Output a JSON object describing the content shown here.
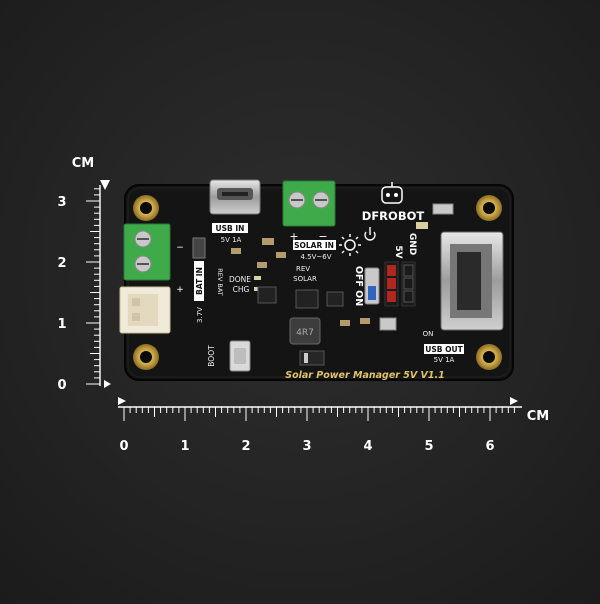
{
  "ruler_unit": "CM",
  "ruler_x_labels": [
    "0",
    "1",
    "2",
    "3",
    "4",
    "5",
    "6"
  ],
  "ruler_y_labels": [
    "0",
    "1",
    "2",
    "3"
  ],
  "board": {
    "brand": "DFROBOT",
    "product_title": "Solar Power Manager 5V V1.1",
    "labels": {
      "usb_in": "USB IN",
      "usb_in_rating": "5V 1A",
      "solar_in": "SOLAR IN",
      "solar_in_rating": "4.5V~6V",
      "bat_in": "BAT IN",
      "bat_voltage": "3.7V",
      "done": "DONE",
      "chg": "CHG",
      "rev": "REV",
      "solar": "SOLAR",
      "rev_bat": "REV BAT",
      "boot": "BOOT",
      "off_on": "OFF ON",
      "gnd": "GND",
      "five_v": "5V",
      "on": "ON",
      "usb_out": "USB OUT",
      "usb_out_rating": "5V 1A",
      "inductor": "4R7",
      "plus": "+",
      "minus": "−"
    }
  },
  "colors": {
    "background": "#262626",
    "board": "#141414",
    "ruler": "#ffffff",
    "terminal_green": "#3faa4a",
    "jst_white": "#f1ead8",
    "gold": "#c9a646"
  }
}
